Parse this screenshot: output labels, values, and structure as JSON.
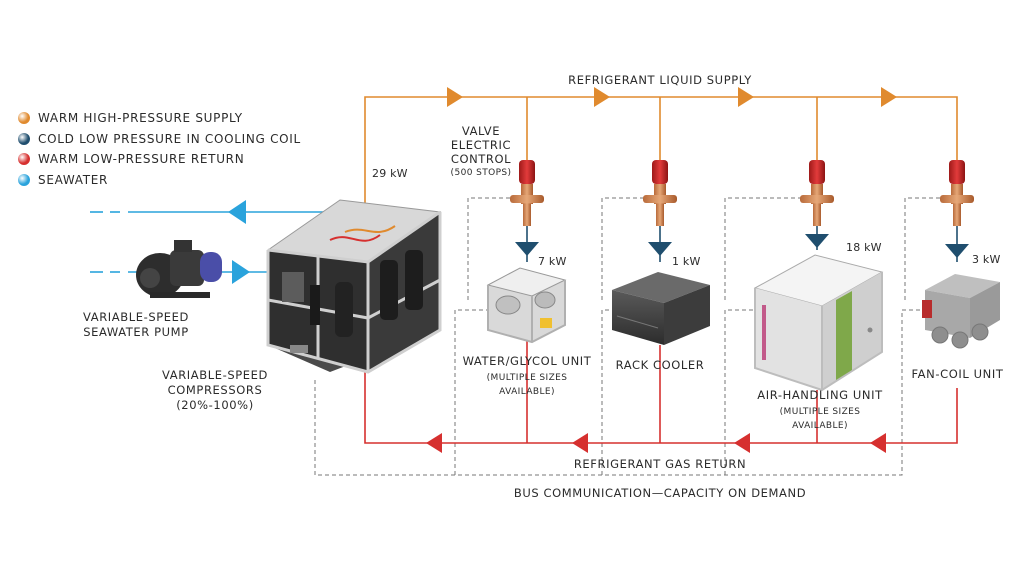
{
  "colors": {
    "supply": "#e08a2e",
    "cold": "#1f4e6e",
    "return": "#d6302f",
    "seawater": "#2aa3dc",
    "bus": "#666666"
  },
  "legend": [
    {
      "label": "WARM HIGH-PRESSURE SUPPLY",
      "color": "#e08a2e"
    },
    {
      "label": "COLD LOW PRESSURE IN COOLING COIL",
      "color": "#1f4e6e"
    },
    {
      "label": "WARM LOW-PRESSURE RETURN",
      "color": "#d6302f"
    },
    {
      "label": "SEAWATER",
      "color": "#2aa3dc"
    }
  ],
  "lines": {
    "supply_label": "REFRIGERANT LIQUID SUPPLY",
    "return_label": "REFRIGERANT GAS RETURN",
    "bus_label": "BUS COMMUNICATION—CAPACITY ON DEMAND"
  },
  "valve": {
    "line1": "VALVE",
    "line2": "ELECTRIC",
    "line3": "CONTROL",
    "note": "(500 STOPS)"
  },
  "compressor": {
    "capacity": "29 kW",
    "line1": "VARIABLE-SPEED",
    "line2": "COMPRESSORS",
    "line3": "(20%-100%)"
  },
  "pump": {
    "line1": "VARIABLE-SPEED",
    "line2": "SEAWATER PUMP"
  },
  "units": [
    {
      "name": "WATER/GLYCOL UNIT",
      "capacity": "7 kW",
      "note1": "(MULTIPLE SIZES",
      "note2": "AVAILABLE)"
    },
    {
      "name": "RACK COOLER",
      "capacity": "1 kW",
      "note1": "",
      "note2": ""
    },
    {
      "name": "AIR-HANDLING UNIT",
      "capacity": "18 kW",
      "note1": "(MULTIPLE SIZES",
      "note2": "AVAILABLE)"
    },
    {
      "name": "FAN-COIL UNIT",
      "capacity": "3 kW",
      "note1": "",
      "note2": ""
    }
  ]
}
